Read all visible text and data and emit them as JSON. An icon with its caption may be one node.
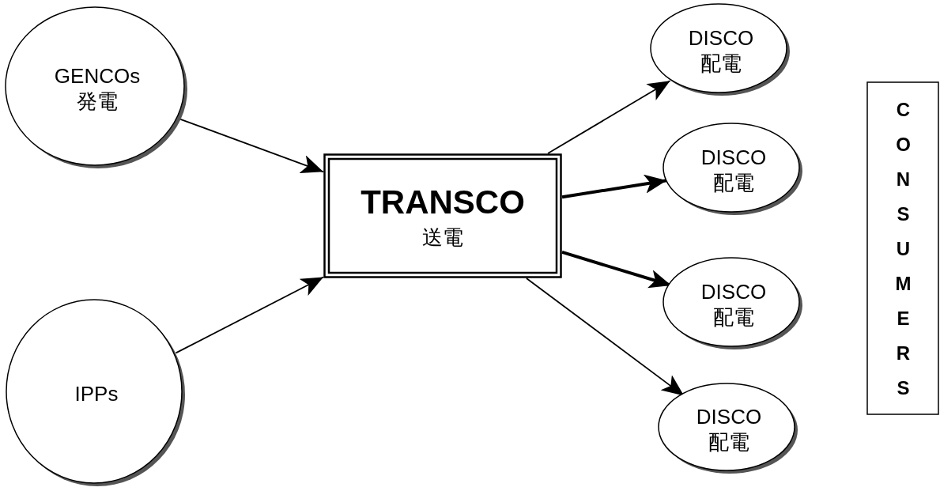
{
  "diagram": {
    "nodes": [
      {
        "text": [
          "GENCOs",
          "発電"
        ]
      },
      {
        "text": [
          "IPPs"
        ]
      },
      {
        "text": [
          "TRANSCO",
          "送電"
        ]
      },
      {
        "text": [
          "DISCO",
          "配電"
        ]
      },
      {
        "text": [
          "DISCO",
          "配電"
        ]
      },
      {
        "text": [
          "DISCO",
          "配電"
        ]
      },
      {
        "text": [
          "DISCO",
          "配電"
        ]
      },
      {
        "text": [
          "CONSUMERS"
        ]
      }
    ],
    "edges": [
      {
        "from": 0,
        "to": 2,
        "arrow": "to"
      },
      {
        "from": 1,
        "to": 2,
        "arrow": "to"
      },
      {
        "from": 2,
        "to": 3,
        "arrow": "to"
      },
      {
        "from": 2,
        "to": 4,
        "arrow": "to",
        "style": "thick"
      },
      {
        "from": 2,
        "to": 5,
        "arrow": "to",
        "style": "thick"
      },
      {
        "from": 2,
        "to": 6,
        "arrow": "to"
      }
    ]
  }
}
